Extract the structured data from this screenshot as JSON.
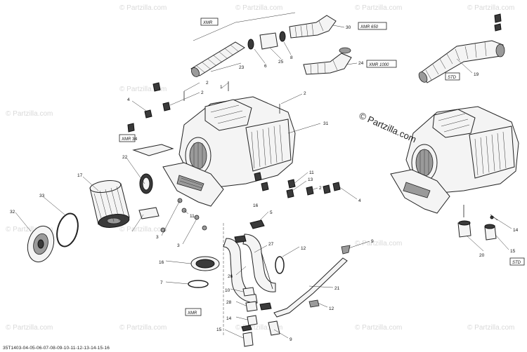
{
  "watermark": "© Partzilla.com",
  "center_watermark": "© Partzilla.com",
  "drawing_ref": "35T1403-04-05-06-07-08-09-10-11-12-13-14-15-16",
  "callouts": {
    "c1": "1",
    "c2a": "2",
    "c2b": "2",
    "c2c": "2",
    "c2d": "2",
    "c3a": "3",
    "c3b": "3",
    "c4a": "4",
    "c4b": "4",
    "c5": "5",
    "c6": "6",
    "c7": "7",
    "c8": "8",
    "c9a": "9",
    "c9b": "9",
    "c10": "10",
    "c11a": "11",
    "c11b": "11",
    "c12a": "12",
    "c12b": "12",
    "c13": "13",
    "c14a": "14",
    "c14b": "14",
    "c15a": "15",
    "c15b": "15",
    "c16a": "16",
    "c16b": "16",
    "c17": "17",
    "c19": "19",
    "c20": "20",
    "c21": "21",
    "c22": "22",
    "c23": "23",
    "c24": "24",
    "c25": "25",
    "c26": "26",
    "c27": "27",
    "c28": "28",
    "c30": "30",
    "c31": "31",
    "c32": "32",
    "c33": "33",
    "c34": "34"
  },
  "labels": {
    "xmr_top": "XMR",
    "xmr_650": "XMR 650",
    "xmr_1000": "XMR 1000",
    "xmr_left": "XMR",
    "xmr_bottom": "XMR",
    "std_top": "STD",
    "std_bottom": "STD"
  }
}
